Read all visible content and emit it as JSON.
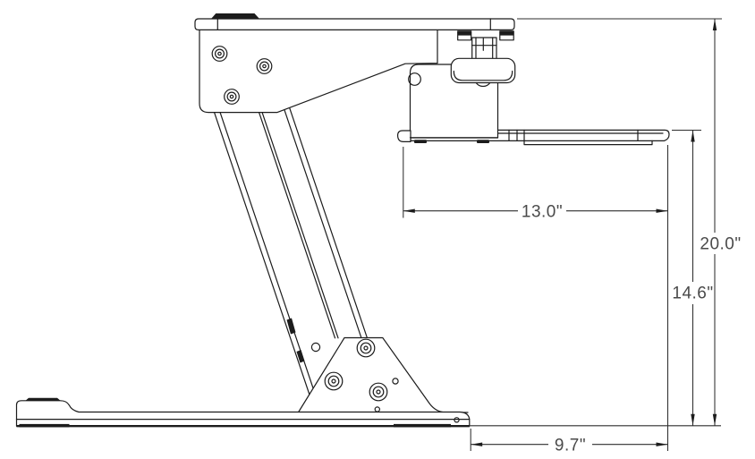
{
  "drawing": {
    "type": "technical-drawing-side-view",
    "background_color": "#ffffff",
    "line_color": "#1c1c1c",
    "dimension_text_color": "#4a4a4a",
    "unit": "inches"
  },
  "dimensions": {
    "tray_width": {
      "label": "13.0\"",
      "value": 13.0
    },
    "overall_height": {
      "label": "20.0\"",
      "value": 20.0
    },
    "tray_height": {
      "label": "14.6\"",
      "value": 14.6
    },
    "base_offset_depth": {
      "label": "9.7\"",
      "value": 9.7
    }
  }
}
